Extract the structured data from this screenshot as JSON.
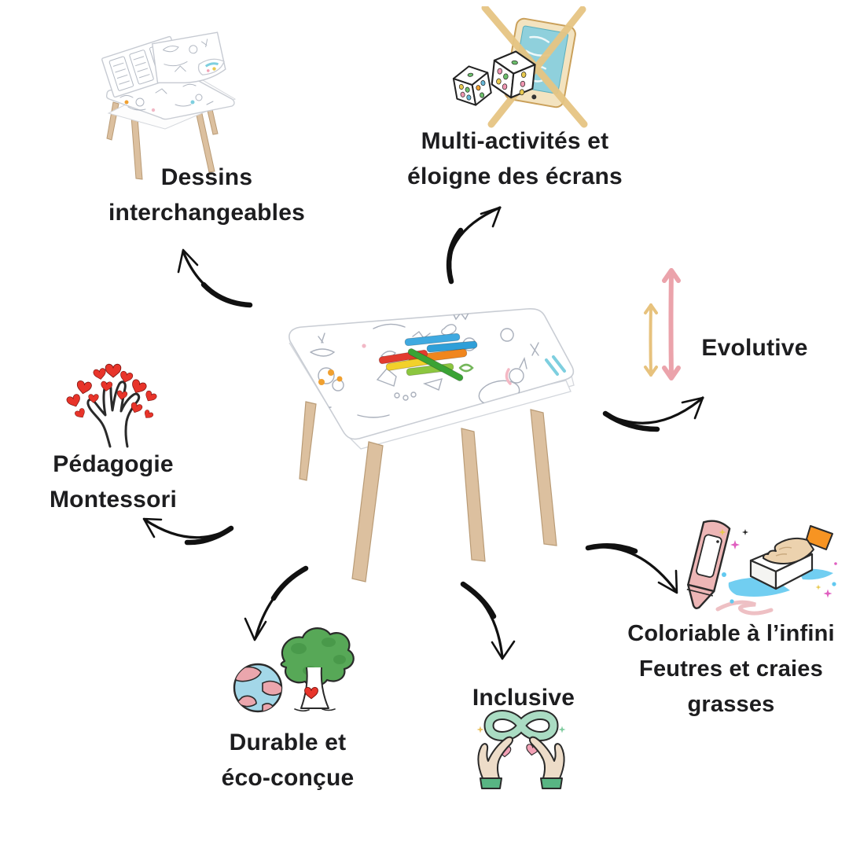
{
  "page": {
    "background": "#ffffff",
    "type": "product-feature-infographic"
  },
  "product": {
    "center_image": "kids-coloring-table-with-felt-pens"
  },
  "features": {
    "dessins": {
      "lines": [
        "Dessins",
        "interchangeables"
      ],
      "icon": "table-with-interchangeable-sheets"
    },
    "multi_activites": {
      "lines": [
        "Multi-activités et",
        "éloigne des écrans"
      ],
      "icon": "dice-and-crossed-out-tablet"
    },
    "evolutive": {
      "lines": [
        "Evolutive"
      ],
      "icon": "height-double-arrows"
    },
    "coloriable": {
      "lines": [
        "Coloriable à l’infini",
        "Feutres et craies",
        "grasses"
      ],
      "icon": "crayon-and-wiping-sponge"
    },
    "inclusive": {
      "lines": [
        "Inclusive"
      ],
      "icon": "hands-holding-infinity"
    },
    "durable": {
      "lines": [
        "Durable et",
        "éco-conçue"
      ],
      "icon": "earth-and-tree"
    },
    "montessori": {
      "lines": [
        "Pédagogie",
        "Montessori"
      ],
      "icon": "hand-with-hearts"
    }
  },
  "palette": {
    "text": "#1d1d1f",
    "arrow_black": "#111111",
    "wood": "#dcc09f",
    "doodle_gray": "#9aa2b0",
    "tablet_tan": "#e6c583",
    "screen_blue": "#8fd0dc",
    "arrow_pink": "#eba3ab",
    "arrow_yellow": "#e7c27d",
    "infinity_mint": "#aadcc3",
    "hand_skin": "#eddcc8",
    "cuff_green": "#58b583",
    "heart_red": "#e8342a",
    "heart_pink": "#f2a0b5",
    "tree_green": "#57a857",
    "earth_blue": "#a3d7e8",
    "earth_pink": "#eba6ad",
    "crayon_pink": "#edb6b6",
    "sleeve_orange": "#f79422",
    "wipe_blue": "#62c9f0",
    "marker_blue": "#3fa9e0",
    "marker_orange": "#f0861e",
    "marker_red": "#e23b2e",
    "marker_yellow": "#f2d12b",
    "marker_green": "#3aa335",
    "marker_lime": "#8cc63f"
  }
}
